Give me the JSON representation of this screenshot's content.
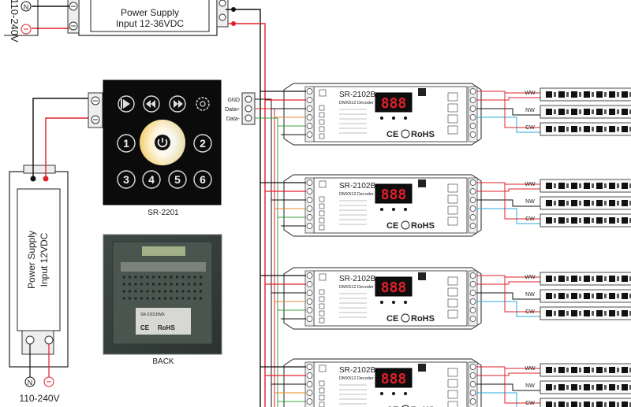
{
  "top_supply": {
    "title": "Power Supply",
    "subtitle": "Input 12-36VDC",
    "voltage": "110-240V",
    "n_mark": "N"
  },
  "left_supply": {
    "title": "Power Supply",
    "subtitle": "Input 12VDC",
    "voltage": "110-240V",
    "n_mark": "N"
  },
  "panel": {
    "caption": "SR-2201",
    "buttons": [
      "1",
      "2",
      "3",
      "4",
      "5",
      "6"
    ],
    "back_caption": "BACK",
    "back_label": "SR-2201DMX",
    "back_rohs": "RoHS",
    "back_ce": "CE"
  },
  "bus": {
    "gnd": "GND",
    "data_plus": "Data+",
    "data_minus": "Data-"
  },
  "decoders": [
    {
      "model": "SR-2102B",
      "subtitle": "DMX512 Decoder",
      "display": "888",
      "rohs": "RoHS",
      "ce": "CE"
    },
    {
      "model": "SR-2102B",
      "subtitle": "DMX512 Decoder",
      "display": "888",
      "rohs": "RoHS",
      "ce": "CE"
    },
    {
      "model": "SR-2102B",
      "subtitle": "DMX512 Decoder",
      "display": "888",
      "rohs": "RoHS",
      "ce": "CE"
    },
    {
      "model": "SR-2102B",
      "subtitle": "DMX512 Decoder",
      "display": "888",
      "rohs": "RoHS",
      "ce": "CE"
    }
  ],
  "channels": [
    "WW",
    "NW",
    "CW"
  ],
  "colors": {
    "wire_red": "#e0202a",
    "wire_black": "#111111",
    "wire_cyan": "#2aa8d8",
    "wire_orange": "#e88a2a",
    "wire_green": "#3aa040",
    "panel_bg": "#0b0b0b"
  }
}
